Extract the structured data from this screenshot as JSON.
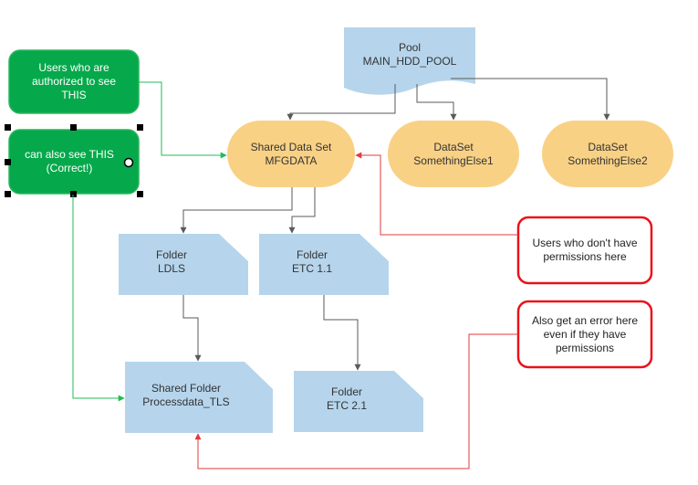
{
  "colors": {
    "folder_fill": "#b6d5ec",
    "dataset_fill": "#f9d185",
    "green_fill": "#05a94b",
    "green_stroke": "#2db55d",
    "red_stroke": "#e8121a",
    "connector_gray": "#5a5a5a",
    "green_line": "#22bb55",
    "red_line": "#e23b3b"
  },
  "nodes": {
    "pool": {
      "line1": "Pool",
      "line2": "MAIN_HDD_POOL",
      "icon": "document-shape"
    },
    "shared_data_set": {
      "line1": "Shared Data Set",
      "line2": "MFGDATA"
    },
    "dataset_1": {
      "line1": "DataSet",
      "line2": "SomethingElse1"
    },
    "dataset_2": {
      "line1": "DataSet",
      "line2": "SomethingElse2"
    },
    "folder_ldls": {
      "line1": "Folder",
      "line2": "LDLS",
      "icon": "folder-note-shape"
    },
    "folder_etc11": {
      "line1": "Folder",
      "line2": "ETC 1.1",
      "icon": "folder-note-shape"
    },
    "shared_folder": {
      "line1": "Shared Folder",
      "line2": "Processdata_TLS",
      "icon": "folder-note-shape"
    },
    "folder_etc21": {
      "line1": "Folder",
      "line2": "ETC 2.1",
      "icon": "folder-note-shape"
    },
    "users_authorized": {
      "line1": "Users who are",
      "line2": "authorized to see",
      "line3": "THIS"
    },
    "can_also_see": {
      "line1": "can also see THIS",
      "line2": "(Correct!)"
    },
    "no_permissions": {
      "line1": "Users who don't have",
      "line2": "permissions here"
    },
    "error_note": {
      "line1": "Also get an error here",
      "line2": "even if they have",
      "line3": "permissions"
    }
  }
}
